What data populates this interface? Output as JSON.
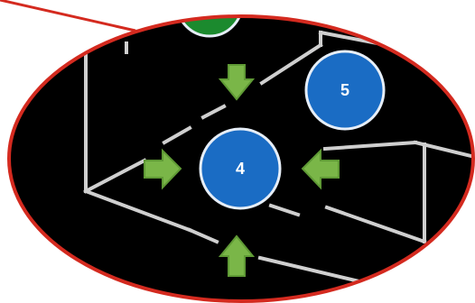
{
  "colors": {
    "background": "#000000",
    "frame": "#d42a1f",
    "lines": "#cfcfcf",
    "arrow": "#7ab648",
    "arrow_outline": "#5f9a35",
    "node_fill": "#1a6cc4",
    "node_ring": "#e6eef8",
    "top_node": "#1b8a2e"
  },
  "nodes": [
    {
      "label": "4",
      "highlighted": true
    },
    {
      "label": "5",
      "highlighted": false
    }
  ],
  "arrows": [
    "up",
    "down",
    "left",
    "right"
  ]
}
